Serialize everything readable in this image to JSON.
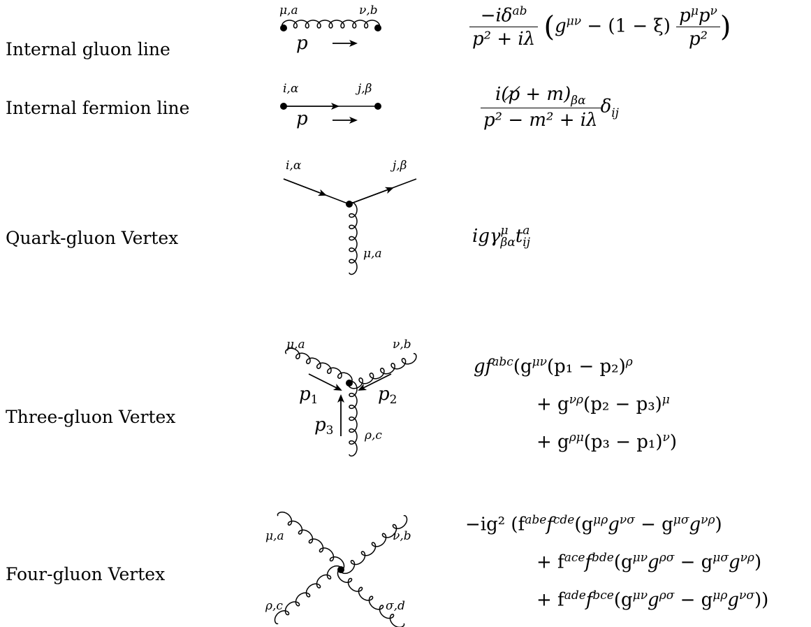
{
  "rows": [
    {
      "label": "Internal gluon line",
      "diagram": {
        "left": "μ,a",
        "right": "ν,b",
        "momentum": "p"
      },
      "rule": {
        "num": "−iδ",
        "num_sup": "ab",
        "den": "p² + iλ",
        "par_a": "g",
        "par_a_sup": "μν",
        "par_b": "− (1 − ξ)",
        "frac2_num": "p",
        "frac2_num_sup1": "μ",
        "frac2_num_mid": "p",
        "frac2_num_sup2": "ν",
        "frac2_den": "p²"
      }
    },
    {
      "label": "Internal fermion line",
      "diagram": {
        "left": "i,α",
        "right": "j,β",
        "momentum": "p"
      },
      "rule": {
        "num": "i(p̸ + m)",
        "num_sub": "βα",
        "den": "p² − m² + iλ",
        "tail": "δ",
        "tail_sub": "ij"
      }
    },
    {
      "label": "Quark-gluon Vertex",
      "diagram": {
        "in": "i,α",
        "out": "j,β",
        "gluon": "μ,a"
      },
      "rule": {
        "text": "igγ",
        "sup": "μ",
        "sub": "βα",
        "t": "t",
        "t_sup": "a",
        "t_sub": "ij"
      }
    },
    {
      "label": "Three-gluon Vertex",
      "diagram": {
        "left": "μ,a",
        "right": "ν,b",
        "bottom": "ρ,c",
        "p1": "p",
        "p1_sub": "1",
        "p2": "p",
        "p2_sub": "2",
        "p3": "p",
        "p3_sub": "3"
      },
      "rule": {
        "line1": "gf",
        "line1_sup": "abc",
        "line1_rest": "(g",
        "line1_g_sup": "μν",
        "line1_paren": "(p₁ − p₂)",
        "line1_end_sup": "ρ",
        "line2": "+ g",
        "line2_sup": "νρ",
        "line2_paren": "(p₂ − p₃)",
        "line2_end_sup": "μ",
        "line3": "+ g",
        "line3_sup": "ρμ",
        "line3_paren": "(p₃ − p₁)",
        "line3_end_sup": "ν",
        "line3_close": ")"
      }
    },
    {
      "label": "Four-gluon Vertex",
      "diagram": {
        "tl": "μ,a",
        "tr": "ν,b",
        "bl": "ρ,c",
        "br": "σ,d"
      },
      "rule": {
        "l1_prefix": "−ig² (f",
        "l1_sup1": "abe",
        "l1_f": "f",
        "l1_sup2": "cde",
        "l1_rest": "(g",
        "l1_g1": "μρ",
        "l1_g": "g",
        "l1_g2": "νσ",
        "l1_minus": "− g",
        "l1_g3": "μσ",
        "l1_g4": "νρ",
        "l1_close": ")",
        "l2_prefix": "+ f",
        "l2_sup1": "ace",
        "l2_f": "f",
        "l2_sup2": "bde",
        "l2_g1": "μν",
        "l2_g2": "ρσ",
        "l2_g3": "μσ",
        "l2_g4": "νρ",
        "l2_close": ")",
        "l3_prefix": "+ f",
        "l3_sup1": "ade",
        "l3_f": "f",
        "l3_sup2": "bce",
        "l3_g1": "μν",
        "l3_g2": "ρσ",
        "l3_g3": "μρ",
        "l3_g4": "νσ",
        "l3_close": "))"
      }
    }
  ]
}
